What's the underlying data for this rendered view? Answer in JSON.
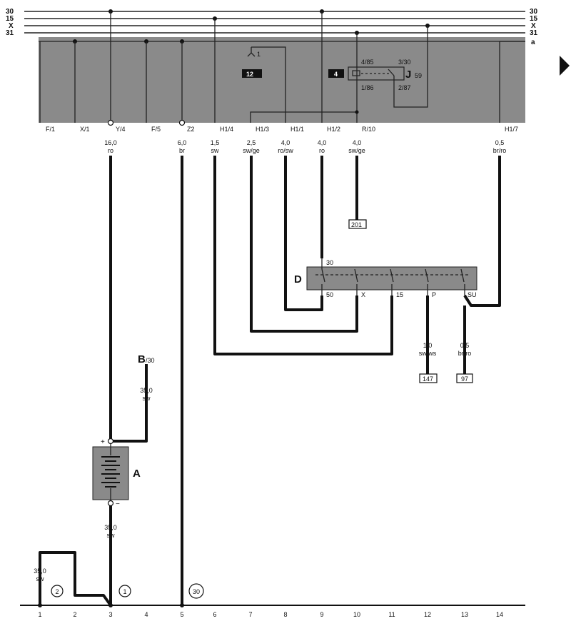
{
  "bus_lines_left": [
    "30",
    "15",
    "X",
    "31"
  ],
  "bus_lines_right": [
    "30",
    "15",
    "X",
    "31",
    "a"
  ],
  "relay_panel": {
    "box_12_label": "12",
    "box_4_label": "4",
    "ground_mark": "1",
    "relay_label": "J",
    "relay_number": "59",
    "relay_pins": [
      "4/85",
      "3/30",
      "1/86",
      "2/87"
    ]
  },
  "connectors": [
    {
      "code": "F/1"
    },
    {
      "code": "X/1"
    },
    {
      "code": "Y/4"
    },
    {
      "code": "F/5"
    },
    {
      "code": "Z2"
    },
    {
      "code": "H1/4"
    },
    {
      "code": "H1/3"
    },
    {
      "code": "H1/1"
    },
    {
      "code": "H1/2"
    },
    {
      "code": "R/10"
    },
    {
      "code": "H1/7"
    }
  ],
  "wires": [
    {
      "size": "16,0",
      "color": "ro"
    },
    {
      "size": "6,0",
      "color": "br"
    },
    {
      "size": "1,5",
      "color": "sw"
    },
    {
      "size": "2,5",
      "color": "sw/ge"
    },
    {
      "size": "4,0",
      "color": "ro/sw"
    },
    {
      "size": "4,0",
      "color": "ro"
    },
    {
      "size": "4,0",
      "color": "sw/ge"
    },
    {
      "size": "0,5",
      "color": "br/ro"
    },
    {
      "size": "35,0",
      "color": "sw"
    },
    {
      "size": "35,0",
      "color": "sw"
    },
    {
      "size": "35,0",
      "color": "sw"
    },
    {
      "size": "1,0",
      "color": "sw/ws"
    },
    {
      "size": "0,5",
      "color": "br/ro"
    }
  ],
  "refs": [
    "201",
    "147",
    "97"
  ],
  "component_D": {
    "label": "D",
    "pins": [
      "30",
      "50",
      "X",
      "15",
      "P",
      "SU"
    ]
  },
  "component_A": {
    "label": "A",
    "plus": "+",
    "minus": "−"
  },
  "component_B": {
    "label": "B",
    "sub": "/30"
  },
  "ground_points": [
    "2",
    "1",
    "30"
  ],
  "columns": [
    "1",
    "2",
    "3",
    "4",
    "5",
    "6",
    "7",
    "8",
    "9",
    "10",
    "11",
    "12",
    "13",
    "14"
  ]
}
